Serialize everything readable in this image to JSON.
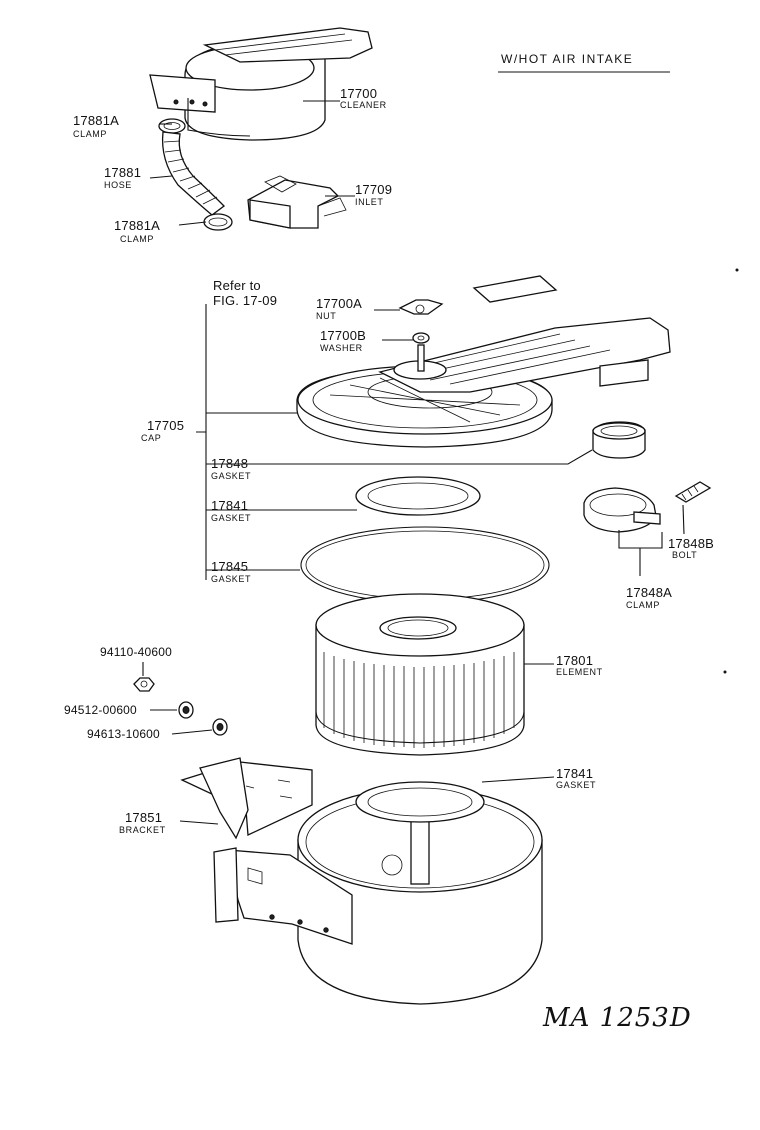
{
  "header": {
    "title": "W/HOT AIR INTAKE"
  },
  "refer": {
    "line1": "Refer to",
    "line2": "FIG. 17-09"
  },
  "callouts": [
    {
      "key": "cleaner",
      "number": "17700",
      "name": "CLEANER"
    },
    {
      "key": "clamp_top",
      "number": "17881A",
      "name": "CLAMP"
    },
    {
      "key": "hose",
      "number": "17881",
      "name": "HOSE"
    },
    {
      "key": "inlet",
      "number": "17709",
      "name": "INLET"
    },
    {
      "key": "clamp_low",
      "number": "17881A",
      "name": "CLAMP"
    },
    {
      "key": "nut",
      "number": "17700A",
      "name": "NUT"
    },
    {
      "key": "washer",
      "number": "17700B",
      "name": "WASHER"
    },
    {
      "key": "cap",
      "number": "17705",
      "name": "CAP"
    },
    {
      "key": "gasket_17848",
      "number": "17848",
      "name": "GASKET"
    },
    {
      "key": "gasket_17841a",
      "number": "17841",
      "name": "GASKET"
    },
    {
      "key": "gasket_17845",
      "number": "17845",
      "name": "GASKET"
    },
    {
      "key": "bolt",
      "number": "17848B",
      "name": "BOLT"
    },
    {
      "key": "clamp_17848a",
      "number": "17848A",
      "name": "CLAMP"
    },
    {
      "key": "element",
      "number": "17801",
      "name": "ELEMENT"
    },
    {
      "key": "gasket_17841b",
      "number": "17841",
      "name": "GASKET"
    },
    {
      "key": "bracket",
      "number": "17851",
      "name": "BRACKET"
    }
  ],
  "hardware": [
    {
      "key": "nut_94110",
      "number": "94110-40600"
    },
    {
      "key": "washer_94512",
      "number": "94512-00600"
    },
    {
      "key": "washer_94613",
      "number": "94613-10600"
    }
  ],
  "stamp": {
    "code": "MA 1253D"
  }
}
